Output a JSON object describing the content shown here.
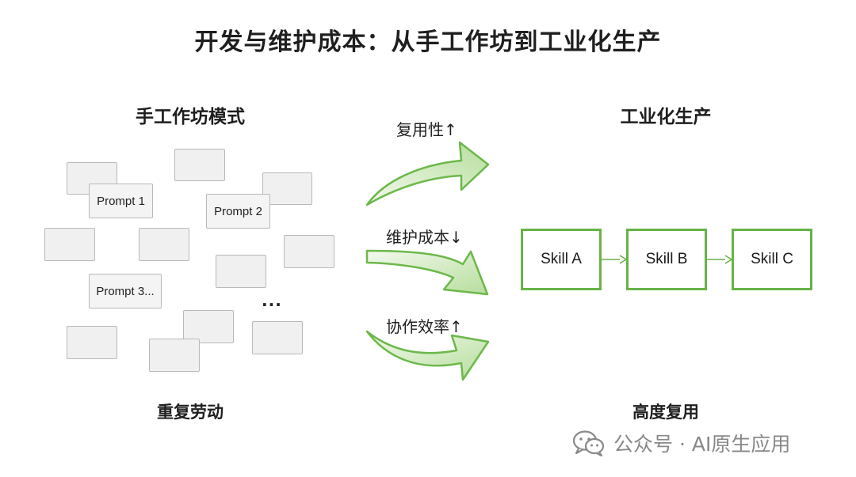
{
  "title": "开发与维护成本：从手工作坊到工业化生产",
  "left": {
    "heading": "手工作坊模式",
    "prompts": [
      "Prompt 1",
      "Prompt 2",
      "Prompt 3..."
    ],
    "ellipsis": "...",
    "caption": "重复劳动"
  },
  "arrows": {
    "top": "复用性↑",
    "middle": "维护成本↓",
    "bottom": "协作效率↑"
  },
  "right": {
    "heading": "工业化生产",
    "skills": [
      "Skill A",
      "Skill B",
      "Skill C"
    ],
    "caption": "高度复用"
  },
  "watermark": {
    "text": "公众号 · AI原生应用",
    "icon": "wechat-icon"
  },
  "colors": {
    "accent_green": "#67b346",
    "arrow_fill_light": "#f2f8ea",
    "arrow_fill_dark": "#a9d88c",
    "card_fill": "#f0f0f0",
    "card_border": "#b9b9b9",
    "watermark_gray": "#888888"
  }
}
